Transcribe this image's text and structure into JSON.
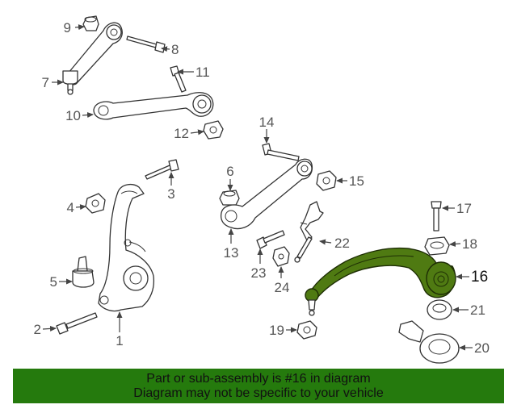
{
  "callouts": {
    "n1": "1",
    "n2": "2",
    "n3": "3",
    "n4": "4",
    "n5": "5",
    "n6": "6",
    "n7": "7",
    "n8": "8",
    "n9": "9",
    "n10": "10",
    "n11": "11",
    "n12": "12",
    "n13": "13",
    "n14": "14",
    "n15": "15",
    "n16": "16",
    "n17": "17",
    "n18": "18",
    "n19": "19",
    "n20": "20",
    "n21": "21",
    "n22": "22",
    "n23": "23",
    "n24": "24"
  },
  "banner": {
    "line1": "Part or sub-assembly is #16 in diagram",
    "line2": "Diagram may not be specific to your vehicle"
  },
  "colors": {
    "highlight_part": "#4f7a12",
    "banner_background": "#257a0d"
  }
}
